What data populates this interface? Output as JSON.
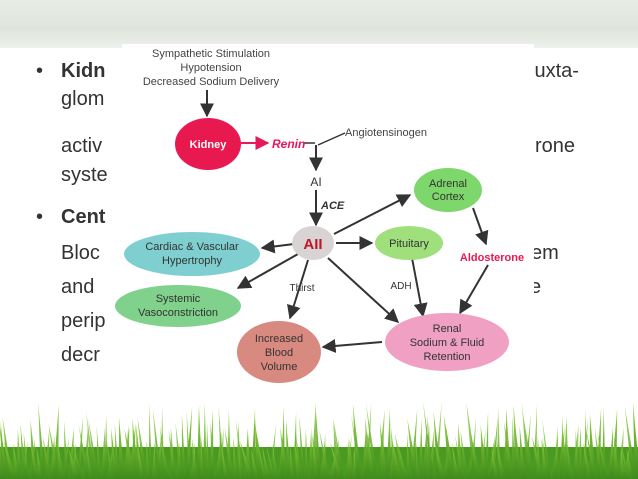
{
  "slide": {
    "bullet_char": "•",
    "bullet1_word": "Kidn",
    "bullet1_right": "juxta-",
    "line2_left": "glom",
    "line3_left": "activ",
    "line3_right": "rone",
    "line4_left": "syste",
    "bullet2_word": "Cent",
    "line6_left": "Bloc",
    "line6_right": "em",
    "line7_left": "and",
    "line7_right": "e",
    "line8_left": "perip",
    "line9_left": "decr"
  },
  "diagram": {
    "stimuli": [
      "Sympathetic Stimulation",
      "Hypotension",
      "Decreased Sodium Delivery"
    ],
    "kidney": "Kidney",
    "renin": "Renin",
    "angiotensinogen": "Angiotensinogen",
    "ai": "AI",
    "ace": "ACE",
    "aii": "AII",
    "adrenal": [
      "Adrenal",
      "Cortex"
    ],
    "pituitary": "Pituitary",
    "aldosterone": "Aldosterone",
    "adh": "ADH",
    "thirst": "Thirst",
    "cardiac": [
      "Cardiac & Vascular",
      "Hypertrophy"
    ],
    "systemic": [
      "Systemic",
      "Vasoconstriction"
    ],
    "blood": [
      "Increased",
      "Blood",
      "Volume"
    ],
    "renal": [
      "Renal",
      "Sodium & Fluid",
      "Retention"
    ],
    "colors": {
      "kidney": "#e8194f",
      "renin_text": "#e8195a",
      "aii_fill": "#d9d4d4",
      "aii_text": "#c0152a",
      "adrenal": "#7ed76a",
      "pituitary": "#9fe07c",
      "cardiac": "#7fcfd0",
      "systemic": "#7fd18b",
      "blood": "#d98a80",
      "renal": "#f0a0c3",
      "arrow": "#333333"
    }
  }
}
